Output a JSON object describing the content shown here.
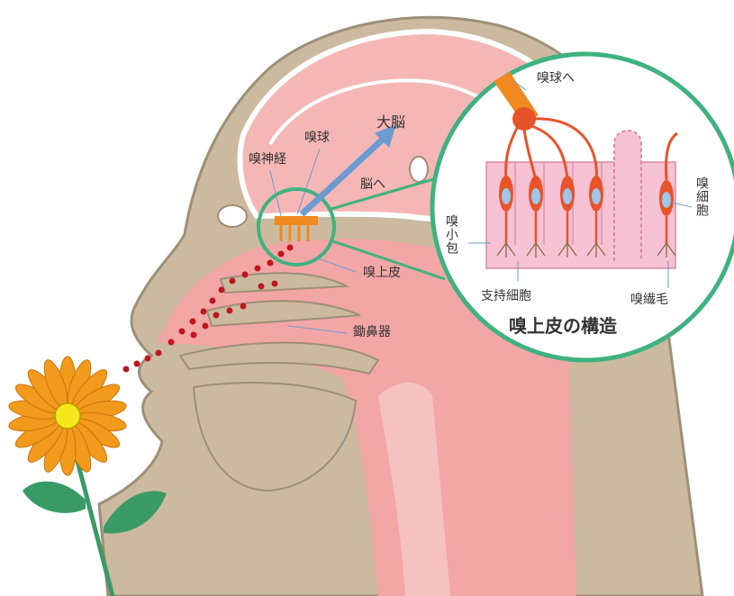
{
  "labels": {
    "olfactory_bulb": "嗅球",
    "cerebrum": "大脳",
    "olfactory_nerve": "嗅神経",
    "to_brain": "脳へ",
    "olfactory_epithelium": "嗅上皮",
    "vomeronasal_organ": "鋤鼻器",
    "to_olfactory_bulb": "嗅球へ",
    "olfactory_cell": "嗅細胞",
    "olfactory_vesicle": "嗅小包",
    "supporting_cell": "支持細胞",
    "olfactory_cilia": "嗅繊毛",
    "structure_title": "嗅上皮の構造"
  },
  "colors": {
    "skin": "#cbbaa0",
    "skin_outline": "#9e8f78",
    "brain": "#f5b7b5",
    "tissue_pink": "#f3a6a6",
    "circle_border": "#3fb27f",
    "odor_dots": "#c0171f",
    "arrow_blue": "#6c9bd2",
    "neuron_orange": "#e8532a",
    "bulb_orange": "#f08a1e",
    "flower_petal": "#f29a1c",
    "flower_center": "#f6e71a",
    "stem_green": "#3a9a66"
  }
}
